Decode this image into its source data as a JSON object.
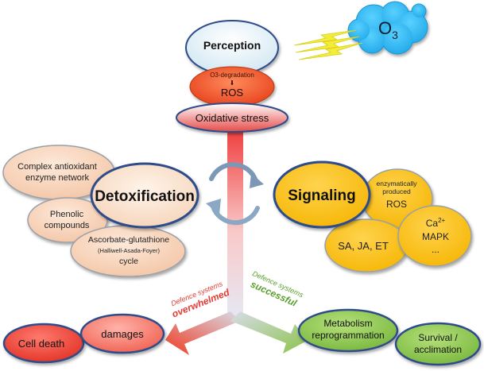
{
  "ozone": {
    "label": "O",
    "subscript": "3"
  },
  "perception": {
    "label": "Perception",
    "degradation_label": "O3-degradation",
    "arrow_glyph": "⬇",
    "ros_label": "ROS",
    "oxidative_stress_label": "Oxidative stress"
  },
  "detoxification": {
    "label": "Detoxification",
    "items": [
      {
        "lines": [
          "Complex antioxidant",
          "enzyme network"
        ]
      },
      {
        "lines": [
          "Phenolic",
          "compounds"
        ]
      },
      {
        "lines": [
          "Ascorbate-glutathione",
          "(Halliwell-Asada-Foyer)",
          "cycle"
        ]
      }
    ]
  },
  "signaling": {
    "label": "Signaling",
    "ros_items": {
      "lines": [
        "enzymatically",
        "produced",
        "ROS"
      ]
    },
    "ca_mapk": {
      "ca": "Ca",
      "ca_superscript": "2+",
      "mapk": "MAPK",
      "ellipsis": "..."
    },
    "hormones": "SA, JA, ET"
  },
  "outcomes": {
    "overwhelmed_lines": [
      "Defence systems",
      "overwhelmed"
    ],
    "successful_lines": [
      "Defence systems",
      "successful"
    ],
    "cell_death": "Cell death",
    "damages": "damages",
    "metabolism_lines": [
      "Metabolism",
      "reprogrammation"
    ],
    "survival_lines": [
      "Survival /",
      "acclimation"
    ]
  },
  "colors": {
    "ozone_blue": "#29b6f6",
    "lightning_yellow": "#f3ec3a",
    "ros_orange": "#f0511e",
    "stress_red": "#e8504f",
    "detox_tan": "#f6cdb0",
    "signal_gold": "#f7be1e",
    "outcome_red": "#e53935",
    "outcome_green": "#8bc34a",
    "overwhelmed_text": "#e53935",
    "successful_text": "#5aa02c"
  }
}
